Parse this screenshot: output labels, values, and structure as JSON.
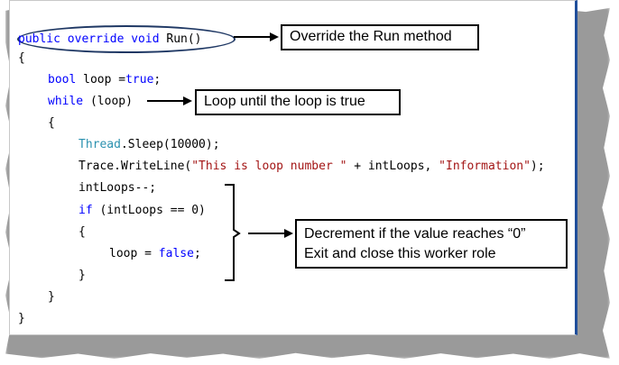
{
  "code": {
    "line1_kw": "public override void",
    "line1_rest": " Run()",
    "line2": "{",
    "line3_kw": "bool",
    "line3_mid": " loop =",
    "line3_val": "true",
    "line3_end": ";",
    "line4_kw": "while",
    "line4_rest": " (loop)",
    "line5": "{",
    "line6_type": "Thread",
    "line6_rest": ".Sleep(10000);",
    "line7_a": "Trace.WriteLine(",
    "line7_str1": "\"This is loop number \"",
    "line7_mid": " + intLoops, ",
    "line7_str2": "\"Information\"",
    "line7_end": ");",
    "line8": "intLoops--;",
    "line9_kw": "if",
    "line9_rest": " (intLoops == 0)",
    "line10": "{",
    "line11_a": "loop = ",
    "line11_kw": "false",
    "line11_end": ";",
    "line12": "}",
    "line13": "}",
    "line14": "}"
  },
  "callouts": {
    "override": "Override the Run method",
    "loop": "Loop until the  loop is true",
    "decrement_line1": "Decrement if the value reaches “0”",
    "decrement_line2": "Exit and close this worker role"
  },
  "colors": {
    "keyword": "#0000ff",
    "type": "#2b91af",
    "string": "#a31515",
    "ellipse": "#1f3864",
    "frame": "#1f4e9b"
  }
}
